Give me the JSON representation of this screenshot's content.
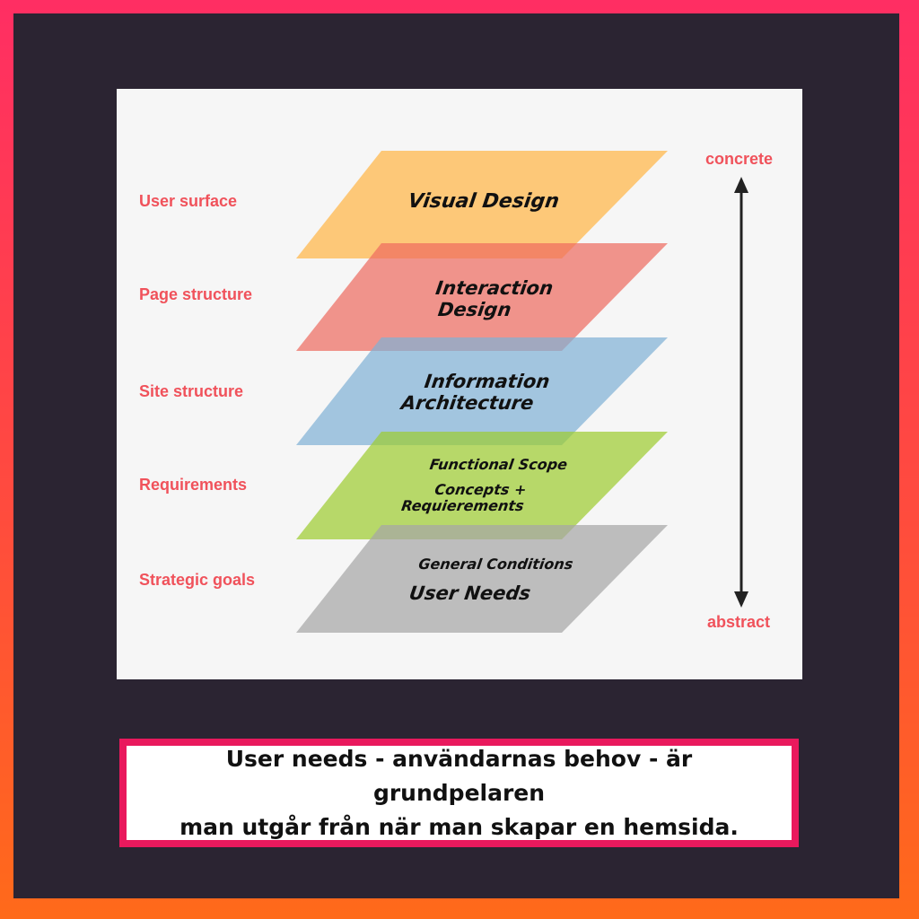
{
  "diagram": {
    "axis": {
      "top_label": "concrete",
      "bottom_label": "abstract"
    },
    "layers": [
      {
        "side_label": "User surface",
        "lines": [
          "Visual Design"
        ],
        "fill": "#ffb84d",
        "opacity": 0.75,
        "text_size": "large"
      },
      {
        "side_label": "Page structure",
        "lines": [
          "Interaction",
          "Design"
        ],
        "fill": "#ee6a5e",
        "opacity": 0.7,
        "text_size": "large"
      },
      {
        "side_label": "Site structure",
        "lines": [
          "Information",
          "Architecture"
        ],
        "fill": "#7fb0d6",
        "opacity": 0.7,
        "text_size": "large"
      },
      {
        "side_label": "Requirements",
        "lines": [
          "Functional Scope",
          "Concepts +",
          "Requierements"
        ],
        "fill": "#9ccc2e",
        "opacity": 0.7,
        "text_size": "small"
      },
      {
        "side_label": "Strategic goals",
        "lines": [
          "General Conditions",
          "User Needs"
        ],
        "fill": "#a6a6a6",
        "opacity": 0.72,
        "text_size": "mixed"
      }
    ]
  },
  "caption": {
    "lines": [
      "User needs - användarnas behov - är grundpelaren",
      "man utgår från när man skapar en hemsida."
    ]
  }
}
